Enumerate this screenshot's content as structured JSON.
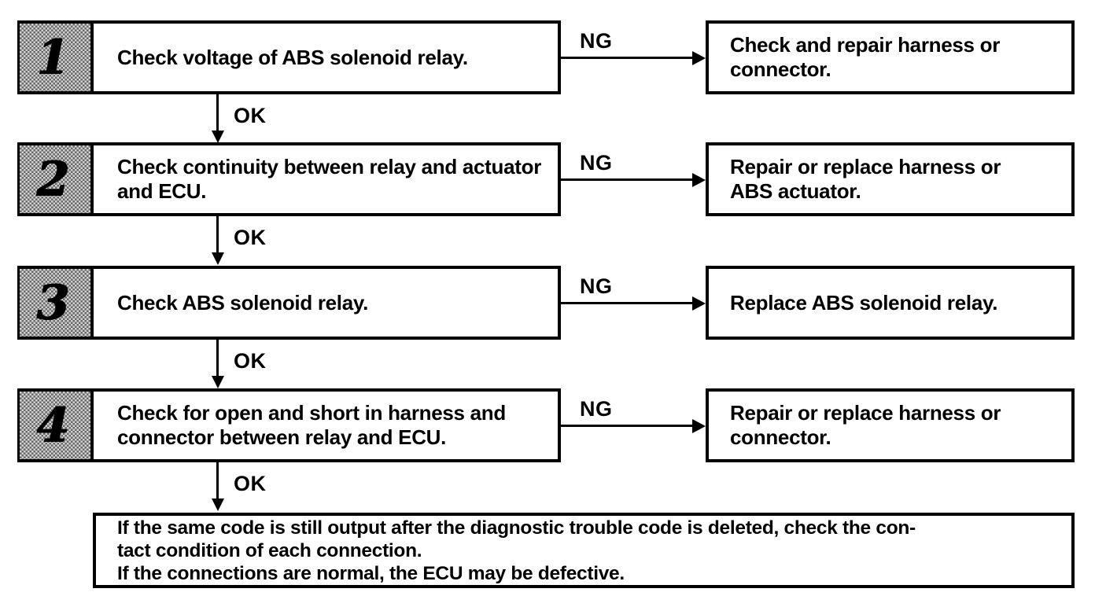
{
  "labels": {
    "ok": "OK",
    "ng": "NG"
  },
  "steps": [
    {
      "number": "1",
      "check": "Check voltage of ABS solenoid relay.",
      "ng_result": "Check and repair harness or connector."
    },
    {
      "number": "2",
      "check": "Check continuity between relay and actuator and ECU.",
      "ng_result": "Repair or replace harness or ABS actuator."
    },
    {
      "number": "3",
      "check": "Check ABS solenoid relay.",
      "ng_result": "Replace ABS solenoid relay."
    },
    {
      "number": "4",
      "check": "Check for open and short in harness and connector between relay and ECU.",
      "ng_result": "Repair or replace harness or connector."
    }
  ],
  "conclusion": "If the same code is still output after the diagnostic trouble code is deleted, check the con-\ntact condition of each connection.\nIf the connections are normal, the ECU may be defective.",
  "colors": {
    "line": "#000000",
    "background": "#ffffff",
    "tab_fill_light": "#d0d0d0",
    "tab_fill_dark": "#6a6a6a",
    "text": "#000000"
  }
}
